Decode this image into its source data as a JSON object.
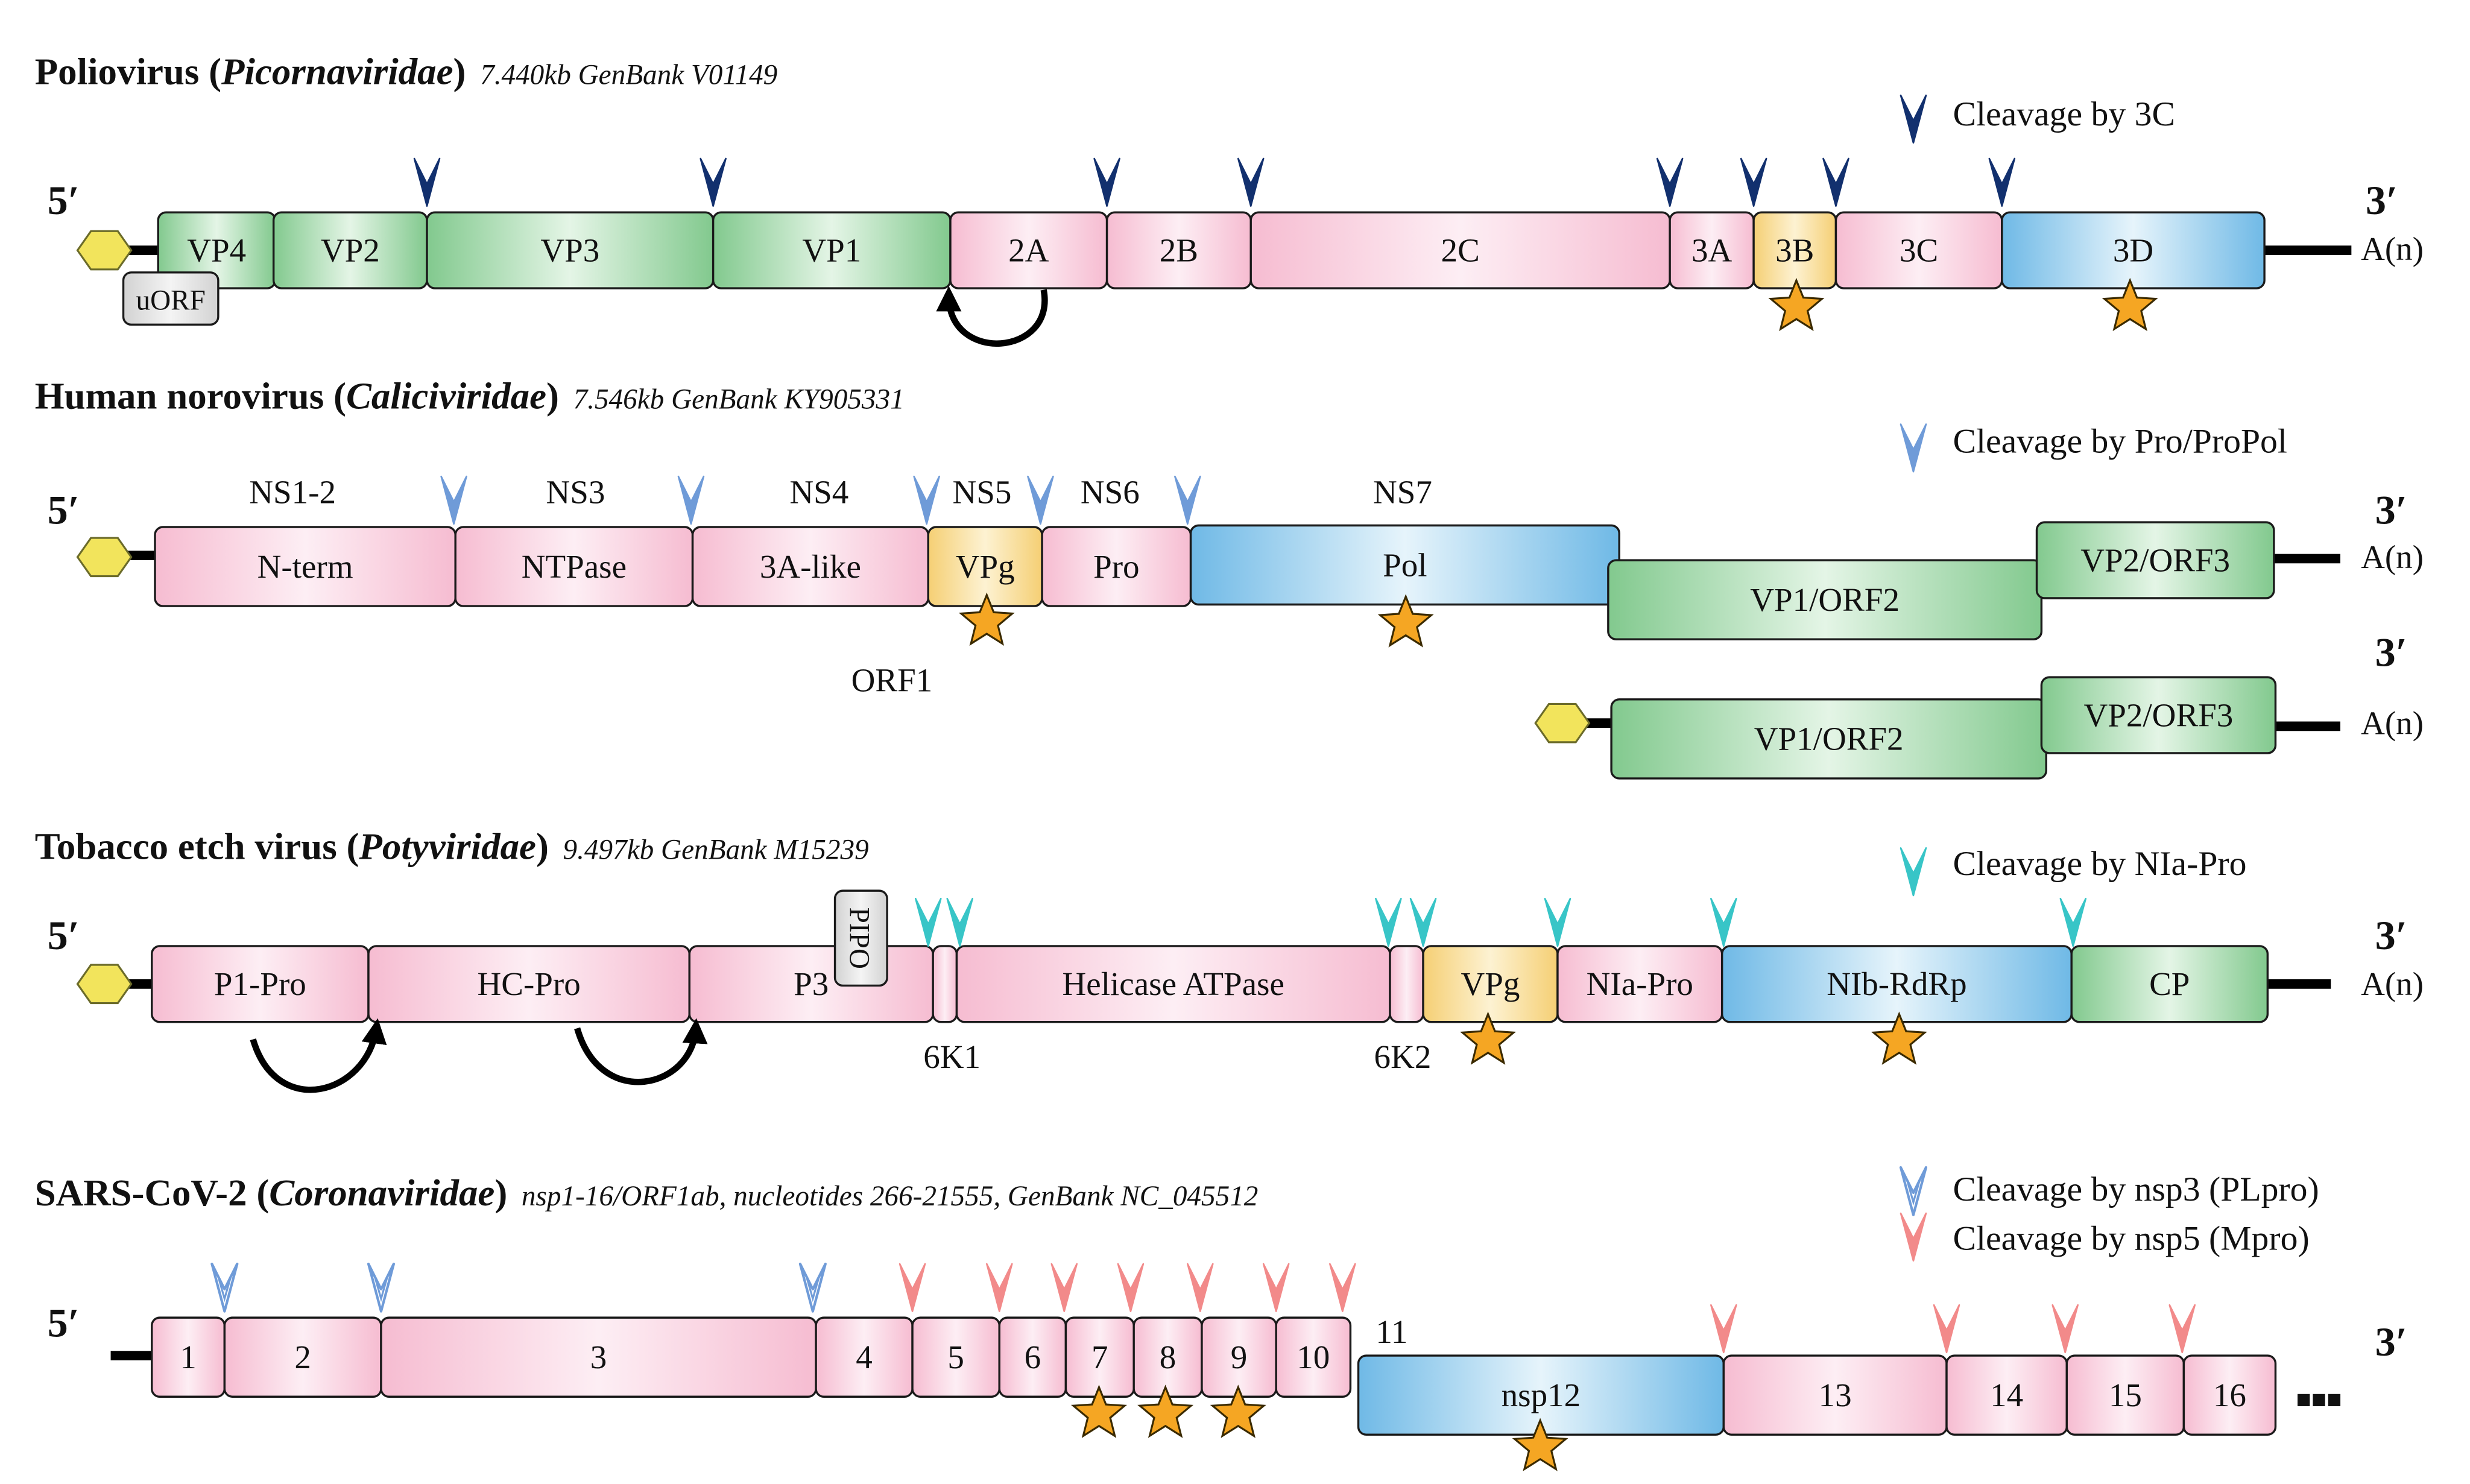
{
  "colors": {
    "pink": "#f7c6d8",
    "green": "#8fd19b",
    "blue": "#7ec3ea",
    "yellow": "#f7d685",
    "cap": "#f2e45c",
    "grey": "#e2e2e2",
    "star": "#f5a623",
    "navy": "#12306e",
    "lightblue": "#6f9bd8",
    "teal": "#38c5c7",
    "salmon": "#f28a8a"
  },
  "poliovirus": {
    "name": "Poliovirus (",
    "family": "Picornaviridae",
    "close": ")",
    "info": "7.440kb GenBank V01149",
    "five": "5′",
    "three": "3′",
    "polyA": "A(n)",
    "legend": "Cleavage by 3C",
    "uorf": "uORF",
    "seg": {
      "vp4": "VP4",
      "vp2": "VP2",
      "vp3": "VP3",
      "vp1": "VP1",
      "p2a": "2A",
      "p2b": "2B",
      "p2c": "2C",
      "p3a": "3A",
      "p3b": "3B",
      "p3c": "3C",
      "p3d": "3D"
    }
  },
  "norovirus": {
    "name": "Human norovirus (",
    "family": "Caliciviridae",
    "close": ")",
    "info": "7.546kb GenBank KY905331",
    "five": "5′",
    "three": "3′",
    "three2": "3′",
    "polyA": "A(n)",
    "polyA2": "A(n)",
    "legend": "Cleavage by Pro/ProPol",
    "orf1": "ORF1",
    "ns": {
      "ns12": "NS1-2",
      "ns3": "NS3",
      "ns4": "NS4",
      "ns5": "NS5",
      "ns6": "NS6",
      "ns7": "NS7"
    },
    "seg": {
      "nterm": "N-term",
      "ntpase": "NTPase",
      "a3like": "3A-like",
      "vpg": "VPg",
      "pro": "Pro",
      "pol": "Pol",
      "vp1orf2": "VP1/ORF2",
      "vp2orf3": "VP2/ORF3",
      "vp1orf2b": "VP1/ORF2",
      "vp2orf3b": "VP2/ORF3"
    }
  },
  "tobacco": {
    "name": "Tobacco etch virus (",
    "family": "Potyviridae",
    "close": ")",
    "info": "9.497kb GenBank M15239",
    "five": "5′",
    "three": "3′",
    "polyA": "A(n)",
    "legend": "Cleavage by NIa-Pro",
    "pipo": "PIPO",
    "k61": "6K1",
    "k62": "6K2",
    "seg": {
      "p1pro": "P1-Pro",
      "hcpro": "HC-Pro",
      "p3": "P3",
      "helicase": "Helicase ATPase",
      "vpg": "VPg",
      "niapro": "NIa-Pro",
      "nib": "NIb-RdRp",
      "cp": "CP"
    }
  },
  "sars": {
    "name": "SARS-CoV-2 (",
    "family": "Coronaviridae",
    "close": ")",
    "info": "nsp1-16/ORF1ab, nucleotides 266-21555, GenBank NC_045512",
    "five": "5′",
    "three": "3′",
    "ellipsis": "■■■",
    "legend_plpro": "Cleavage by nsp3 (PLpro)",
    "legend_mpro": "Cleavage by nsp5 (Mpro)",
    "seg": {
      "n1": "1",
      "n2": "2",
      "n3": "3",
      "n4": "4",
      "n5": "5",
      "n6": "6",
      "n7": "7",
      "n8": "8",
      "n9": "9",
      "n10": "10",
      "n11": "11",
      "nsp12": "nsp12",
      "n13": "13",
      "n14": "14",
      "n15": "15",
      "n16": "16"
    }
  }
}
